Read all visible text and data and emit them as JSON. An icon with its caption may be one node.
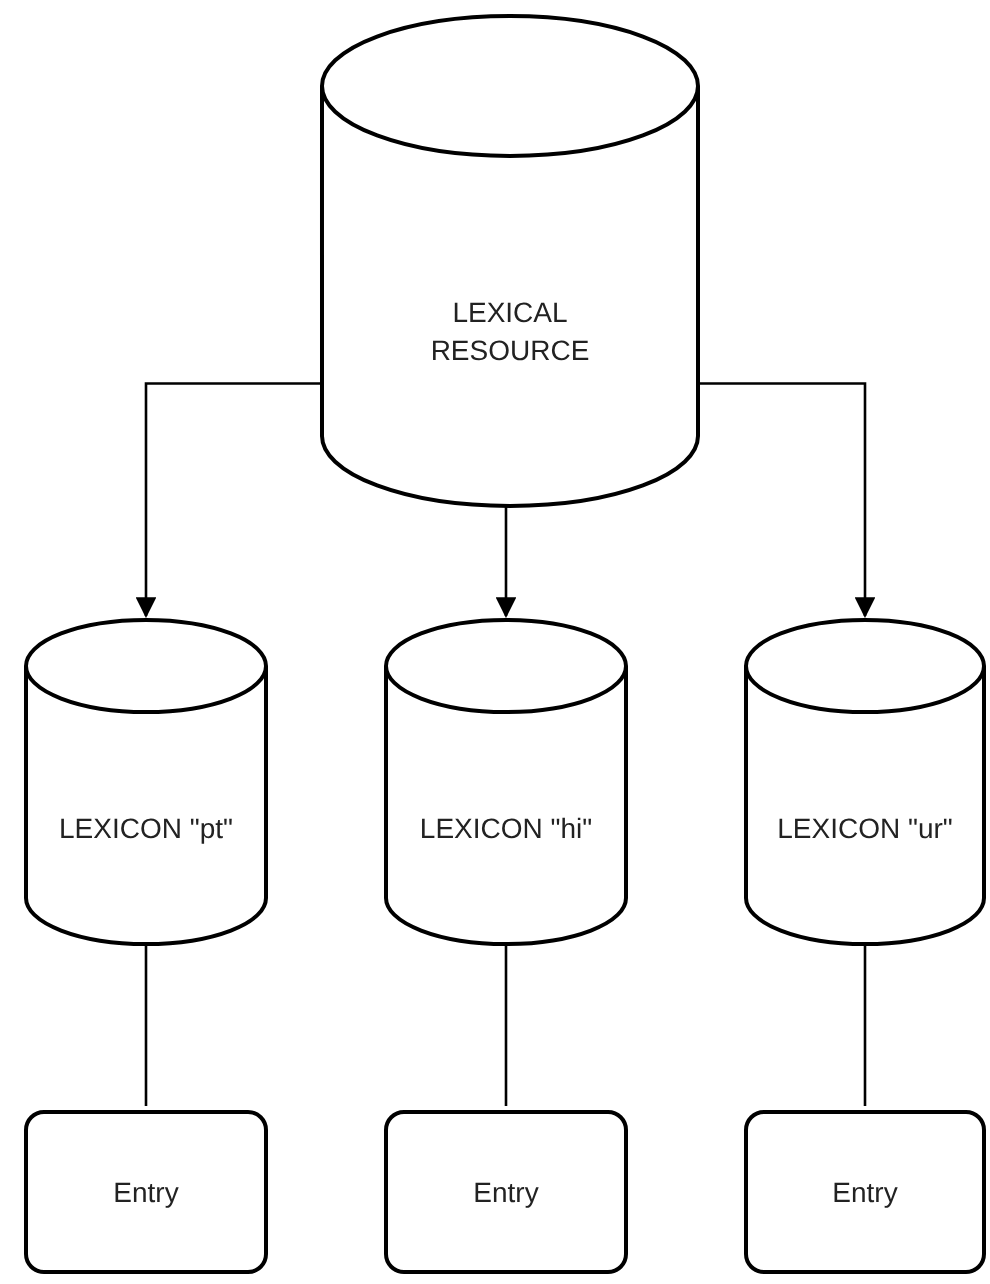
{
  "diagram": {
    "nodes": [
      {
        "text": [
          "LEXICAL RESOURCE"
        ]
      },
      {
        "text": [
          "LEXICON \"pt\""
        ]
      },
      {
        "text": [
          "LEXICON \"hi\""
        ]
      },
      {
        "text": [
          "LEXICON \"ur\""
        ]
      },
      {
        "text": [
          "Entry"
        ]
      },
      {
        "text": [
          "Entry"
        ]
      },
      {
        "text": [
          "Entry"
        ]
      }
    ],
    "edges": [
      {
        "from": 0,
        "to": 1,
        "arrow": "to"
      },
      {
        "from": 0,
        "to": 2,
        "arrow": "to"
      },
      {
        "from": 0,
        "to": 3,
        "arrow": "to"
      },
      {
        "from": 1,
        "to": 4,
        "arrow": "none"
      },
      {
        "from": 2,
        "to": 5,
        "arrow": "none"
      },
      {
        "from": 3,
        "to": 6,
        "arrow": "none"
      }
    ]
  }
}
